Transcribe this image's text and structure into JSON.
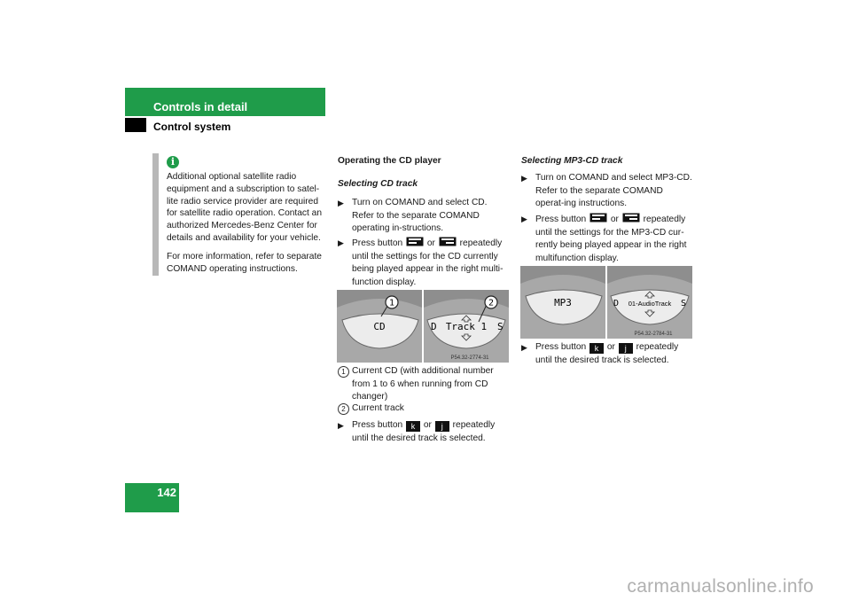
{
  "header": {
    "section": "Controls in detail",
    "subsection": "Control system"
  },
  "page_number": "142",
  "note": {
    "icon": "info-icon",
    "paragraphs": [
      "Additional optional satellite radio equipment and a subscription to satel-lite radio service provider are required for satellite radio operation. Contact an authorized Mercedes-Benz Center for details and availability for your vehicle.",
      "For more information, refer to separate COMAND operating instructions."
    ]
  },
  "cd": {
    "title": "Operating the CD player",
    "subtitle": "Selecting CD track",
    "step1": "Turn on COMAND and select CD. Refer to the separate COMAND operating in-structions.",
    "step2_a": "Press button",
    "step2_or": "or",
    "step2_b": "repeatedly until the settings for the CD currently being played appear in the right multi-function display.",
    "display_left": "CD",
    "display_right_d": "D",
    "display_right_track": "Track 1",
    "display_right_s": "S",
    "callout1": "1",
    "callout2": "2",
    "image_code": "P54.32-2774-31",
    "legend1_num": "1",
    "legend1": "Current CD (with additional number from 1 to 6 when running from CD changer)",
    "legend2_num": "2",
    "legend2": "Current track",
    "step3_a": "Press button",
    "step3_or": "or",
    "step3_b": "repeatedly until the desired track is selected."
  },
  "mp3": {
    "subtitle": "Selecting MP3-CD track",
    "step1": "Turn on COMAND and select MP3-CD. Refer to the separate COMAND operat-ing instructions.",
    "step2_a": "Press button",
    "step2_or": "or",
    "step2_b": "repeatedly until the settings for the MP3-CD cur-rently being played appear in the right multifunction display.",
    "display_left": "MP3",
    "display_right_d": "D",
    "display_right_track": "01-AudioTrack",
    "display_right_s": "S",
    "image_code": "P54.32-2784-31",
    "step3_a": "Press button",
    "step3_or": "or",
    "step3_b": "repeatedly until the desired track is selected."
  },
  "keys": {
    "down": "k",
    "up": "j"
  },
  "watermark": "carmanualsonline.info"
}
